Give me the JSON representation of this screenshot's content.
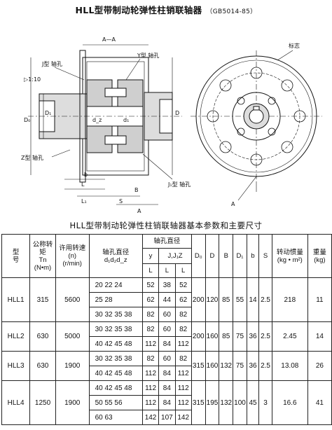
{
  "title": "HLL型带制动轮弹性柱销联轴器",
  "standard": "（GB5014-85）",
  "drawing_labels": {
    "section": "A—A",
    "mark": "标志",
    "y_bore": "Y型 轴孔",
    "j_bore": "J型 轴孔",
    "taper": "▷1:10",
    "z_bore": "Z型 轴孔",
    "j1_bore": "J₁型 轴孔",
    "do": "D₀",
    "d1": "D₁",
    "d": "D",
    "dz": "d_z",
    "d1s": "d₁",
    "b": "b",
    "l": "L",
    "l1": "L₁",
    "s": "S",
    "a": "A",
    "b2": "B",
    "a2": "A"
  },
  "table_title": "HLL型带制动轮弹性柱销联轴器基本参数和主要尺寸",
  "headers": {
    "model": "型\n号",
    "torque": "公称转矩\nTn\n(N•m)",
    "speed": "许用转速\n(n)\n(r/min)",
    "bore": "轴孔直径\nd₁d₂d_z",
    "len_group": "轴孔直径",
    "y": "y",
    "jjz": "J,J₁Z",
    "l": "L",
    "l_a": "L",
    "l_b": "L",
    "do": "D₀",
    "d": "D",
    "b": "B",
    "d1": "D₁",
    "b_small": "b",
    "s": "S",
    "inertia": "转动惯量\n(kg • m²)",
    "weight": "重量\n(kg)"
  },
  "rows": [
    {
      "model": "HLL1",
      "torque": "315",
      "speed": "5600",
      "do": "200",
      "d": "120",
      "b": "85",
      "d1": "55",
      "bs": "14",
      "s": "2.5",
      "inertia": "218",
      "weight": "11",
      "sub": [
        {
          "bore": "20  22  24",
          "y": "52",
          "jl": "38",
          "l": "52"
        },
        {
          "bore": "25  28",
          "y": "62",
          "jl": "44",
          "l": "62"
        },
        {
          "bore": "30 32 35 38",
          "y": "82",
          "jl": "60",
          "l": "82"
        }
      ]
    },
    {
      "model": "HLL2",
      "torque": "630",
      "speed": "5000",
      "do": "200",
      "d": "160",
      "b": "85",
      "d1": "75",
      "bs": "36",
      "s": "2.5",
      "inertia": "2.45",
      "weight": "14",
      "sub": [
        {
          "bore": "30  32  35  38",
          "y": "82",
          "jl": "60",
          "l": "82"
        },
        {
          "bore": "40  42  45  48",
          "y": "112",
          "jl": "84",
          "l": "112"
        }
      ]
    },
    {
      "model": "HLL3",
      "torque": "630",
      "speed": "1900",
      "do": "315",
      "d": "160",
      "b": "132",
      "d1": "75",
      "bs": "36",
      "s": "2.5",
      "inertia": "13.08",
      "weight": "26",
      "sub": [
        {
          "bore": "30  32  35  38",
          "y": "82",
          "jl": "60",
          "l": "82"
        },
        {
          "bore": "40  42  45  48",
          "y": "112",
          "jl": "84",
          "l": "112"
        }
      ]
    },
    {
      "model": "HLL4",
      "torque": "1250",
      "speed": "1900",
      "do": "315",
      "d": "195",
      "b": "132",
      "d1": "100",
      "bs": "45",
      "s": "3",
      "inertia": "16.6",
      "weight": "41",
      "sub": [
        {
          "bore": "40  42  45  48",
          "y": "112",
          "jl": "84",
          "l": "112"
        },
        {
          "bore": "50  55  56",
          "y": "112",
          "jl": "84",
          "l": "112"
        },
        {
          "bore": "60  63",
          "y": "142",
          "jl": "107",
          "l": "142"
        }
      ]
    }
  ]
}
